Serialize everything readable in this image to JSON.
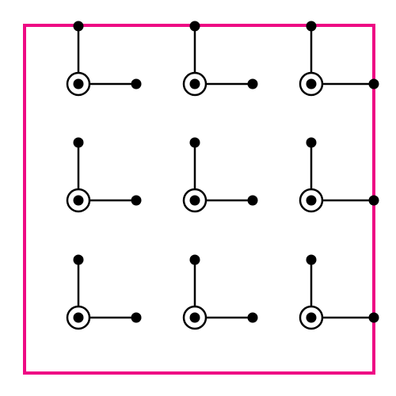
{
  "diagram": {
    "colors": {
      "frame": "#ee0a84",
      "stroke": "#000000",
      "fill": "#ffffff"
    },
    "grid": {
      "rows": 3,
      "columns": 3
    },
    "node": {
      "marker": "circled-dot",
      "branches": [
        "up",
        "right"
      ],
      "branch_end": "dot"
    }
  }
}
